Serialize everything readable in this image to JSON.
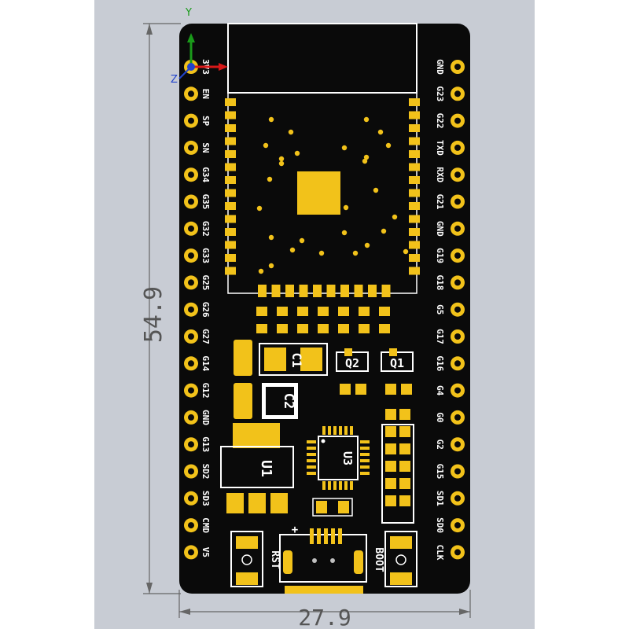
{
  "board": {
    "colors": {
      "background": "#c8ccd4",
      "pcb": "#0a0a0a",
      "gold": "#f2c21a",
      "silk": "#ffffff",
      "dimension": "#555555"
    },
    "dimensions": {
      "height": "54.9",
      "width": "27.9"
    },
    "axes": {
      "y": "Y",
      "z": "Z"
    },
    "pins_left": [
      "3V3",
      "EN",
      "SP",
      "SN",
      "G34",
      "G35",
      "G32",
      "G33",
      "G25",
      "G26",
      "G27",
      "G14",
      "G12",
      "GND",
      "G13",
      "SD2",
      "SD3",
      "CMD",
      "V5"
    ],
    "pins_right": [
      "GND",
      "G23",
      "G22",
      "TXD",
      "RXD",
      "G21",
      "GND",
      "G19",
      "G18",
      "G5",
      "G17",
      "G16",
      "G4",
      "G0",
      "G2",
      "G15",
      "SD1",
      "SD0",
      "CLK"
    ],
    "components": {
      "c1": "C1",
      "c2": "C2",
      "q1": "Q1",
      "q2": "Q2",
      "u1": "U1",
      "u3": "U3",
      "rst": "RST",
      "boot": "BOOT",
      "plus": "+"
    }
  }
}
